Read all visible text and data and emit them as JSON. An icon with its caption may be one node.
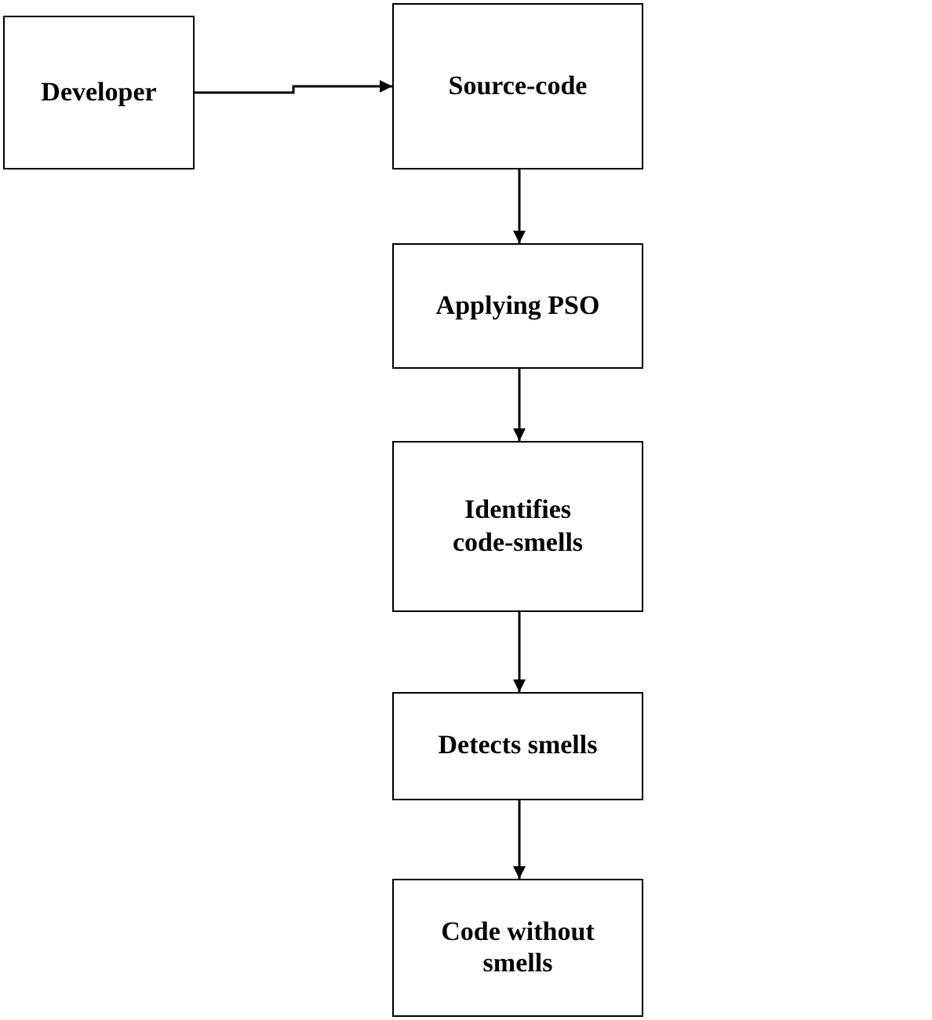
{
  "diagram": {
    "nodes": [
      {
        "text": [
          "Developer"
        ]
      },
      {
        "text": [
          "Source-code"
        ]
      },
      {
        "text": [
          "Applying PSO"
        ]
      },
      {
        "text": [
          "Identifies code-smells"
        ]
      },
      {
        "text": [
          "Detects smells"
        ]
      },
      {
        "text": [
          "Code without smells"
        ]
      }
    ],
    "edges": [
      {
        "from": 0,
        "to": 1,
        "arrow": "to"
      },
      {
        "from": 1,
        "to": 2,
        "arrow": "to"
      },
      {
        "from": 2,
        "to": 3,
        "arrow": "to"
      },
      {
        "from": 3,
        "to": 4,
        "arrow": "to"
      },
      {
        "from": 4,
        "to": 5,
        "arrow": "to"
      }
    ]
  }
}
